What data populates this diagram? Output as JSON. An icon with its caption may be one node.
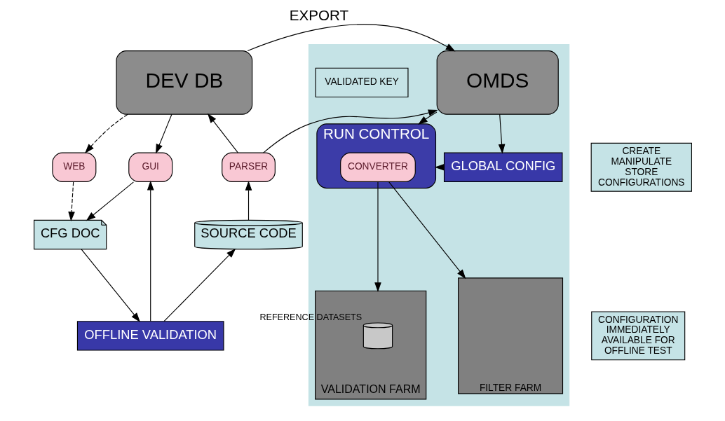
{
  "diagram": {
    "nodes": [
      {
        "text": [
          "DEV DB"
        ]
      },
      {
        "text": [
          "CREATE MANIPULATE STORE CONFIGURATIONS"
        ]
      },
      {
        "text": [
          "WEB"
        ]
      },
      {
        "text": [
          "GUI"
        ]
      },
      {
        "text": [
          "PARSER"
        ]
      },
      {
        "text": [
          "CFG DOC"
        ]
      },
      {
        "text": [
          "SOURCE CODE"
        ]
      },
      {
        "text": [
          "CONFIGURATION IMMEDIATELY AVAILABLE FOR OFFLINE TEST"
        ]
      },
      {
        "text": [
          "OFFLINE VALIDATION"
        ]
      },
      {
        "text": [],
        "shape": "box"
      },
      {
        "text": [
          "OMDS"
        ],
        "in": 9
      },
      {
        "text": [
          "VALIDATED KEY"
        ],
        "in": 9
      },
      {
        "text": [
          "RUN CONTROL"
        ],
        "in": 9
      },
      {
        "text": [
          "CONVERTER"
        ],
        "in": 12
      },
      {
        "text": [
          "GLOBAL CONFIG"
        ],
        "in": 9
      },
      {
        "text": [
          "VALIDATION FARM"
        ],
        "in": 9
      },
      {
        "text": [],
        "shape": "cylinder",
        "beside": [
          "REFERENCE DATASETS"
        ],
        "in": 15
      },
      {
        "text": [
          "FILTER FARM"
        ],
        "in": 9
      }
    ],
    "edges": [
      {
        "from": 0,
        "to": 10,
        "arrow": "to",
        "label": "EXPORT"
      },
      {
        "from": 4,
        "to": 0,
        "arrow": "to"
      },
      {
        "from": 4,
        "to": 10,
        "arrow": "to"
      },
      {
        "from": 0,
        "to": 2,
        "arrow": "to",
        "style": "dashed"
      },
      {
        "from": 0,
        "to": 3,
        "arrow": "to"
      },
      {
        "from": 2,
        "to": 5,
        "arrow": "to",
        "style": "dashed"
      },
      {
        "from": 3,
        "to": 5,
        "arrow": "to"
      },
      {
        "from": 5,
        "to": 8,
        "arrow": "to"
      },
      {
        "from": 8,
        "to": 3,
        "arrow": "to"
      },
      {
        "from": 8,
        "to": 6,
        "arrow": "to"
      },
      {
        "from": 6,
        "to": 4,
        "arrow": "to"
      },
      {
        "from": 10,
        "to": 12,
        "arrow": "to"
      },
      {
        "from": 10,
        "to": 14,
        "arrow": "to"
      },
      {
        "from": 14,
        "to": 12,
        "arrow": "to"
      },
      {
        "from": 13,
        "to": 15,
        "arrow": "to"
      },
      {
        "from": 13,
        "to": 17,
        "arrow": "to"
      }
    ]
  }
}
